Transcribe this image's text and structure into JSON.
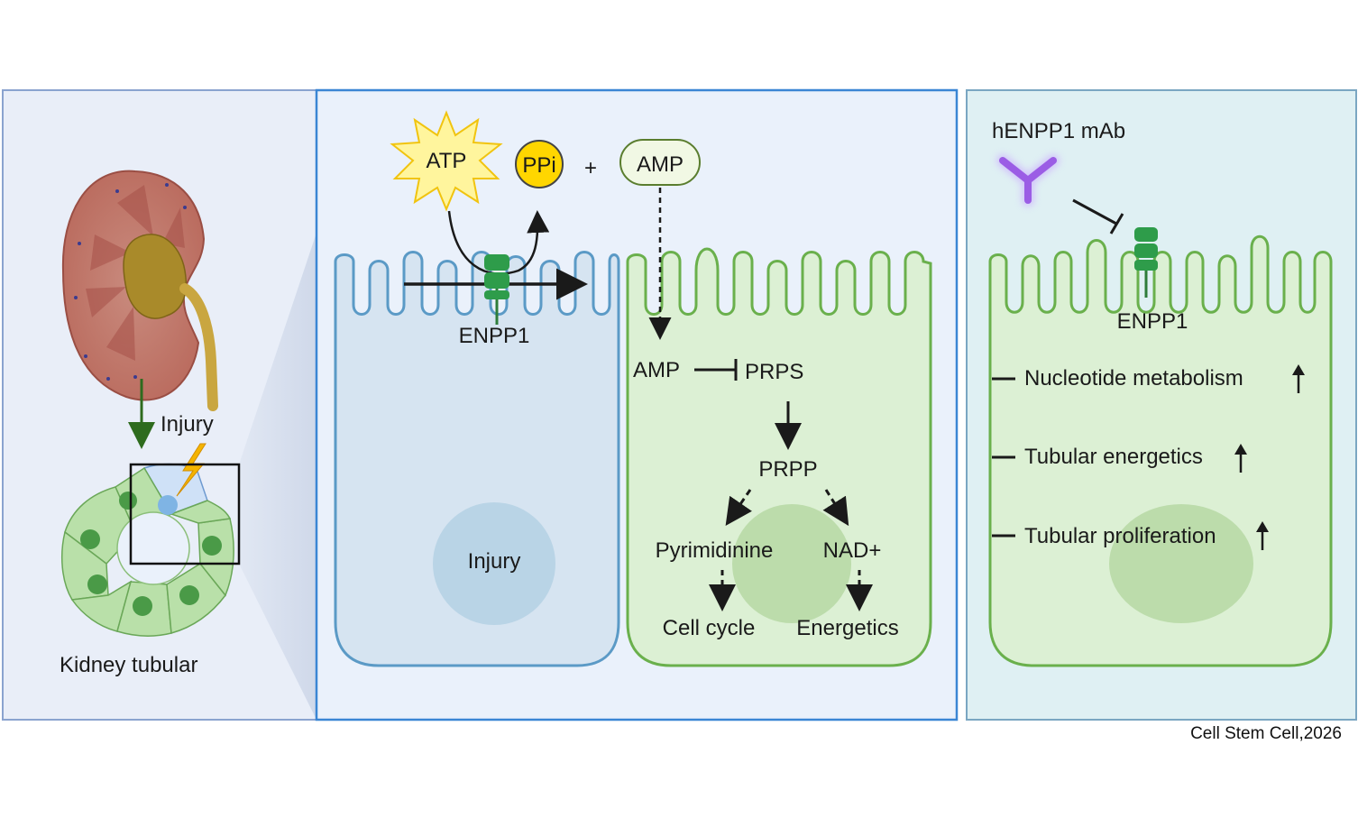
{
  "left_panel": {
    "injury_label": "Injury",
    "kidney_tubular_label": "Kidney tubular"
  },
  "middle_panel": {
    "atp": "ATP",
    "ppi": "PPi",
    "plus": "+",
    "amp_top": "AMP",
    "enpp1": "ENPP1",
    "injury_nucleus": "Injury",
    "amp": "AMP",
    "prps": "PRPS",
    "prpp": "PRPP",
    "pyrimidinine": "Pyrimidinine",
    "nad": "NAD+",
    "cell_cycle": "Cell cycle",
    "energetics": "Energetics"
  },
  "right_panel": {
    "antibody": "hENPP1 mAb",
    "enpp1": "ENPP1",
    "effects": [
      "Nucleotide metabolism",
      "Tubular energetics",
      "Tubular proliferation"
    ]
  },
  "citation": "Cell Stem Cell,2026",
  "colors": {
    "panel_left_bg": "#e9eef8",
    "panel_mid_bg": "#eaf1fb",
    "panel_right_bg": "#dff0f3",
    "injured_cell_outline": "#5b9ac6",
    "healthy_cell_outline": "#6ab04c",
    "enpp1_green": "#2e9c4a",
    "antibody_purple": "#9b5de5",
    "atp_yellow": "#fff176",
    "ppi_yellow": "#ffd600"
  }
}
